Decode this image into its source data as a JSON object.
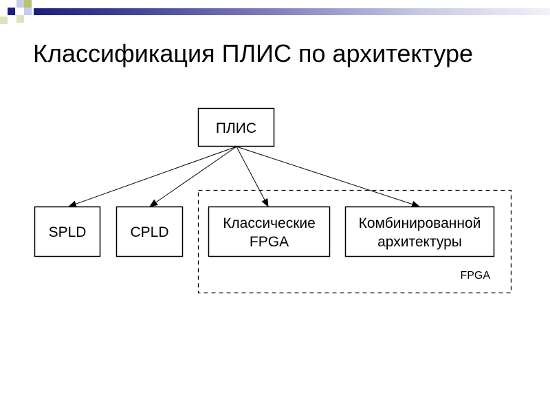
{
  "slide": {
    "title": "Классификация ПЛИС по архитектуре"
  },
  "diagram": {
    "root": {
      "label": "ПЛИС"
    },
    "children": [
      {
        "lines": [
          "SPLD"
        ]
      },
      {
        "lines": [
          "CPLD"
        ]
      },
      {
        "lines": [
          "Классические",
          "FPGA"
        ]
      },
      {
        "lines": [
          "Комбинированной",
          "архитектуры"
        ]
      }
    ],
    "group": {
      "label": "FPGA",
      "border_style": "dashed"
    }
  },
  "colors": {
    "accent_navy": "#1f1f7a",
    "accent_lavender": "#c9c9e9",
    "accent_olive": "#b8c27a"
  }
}
